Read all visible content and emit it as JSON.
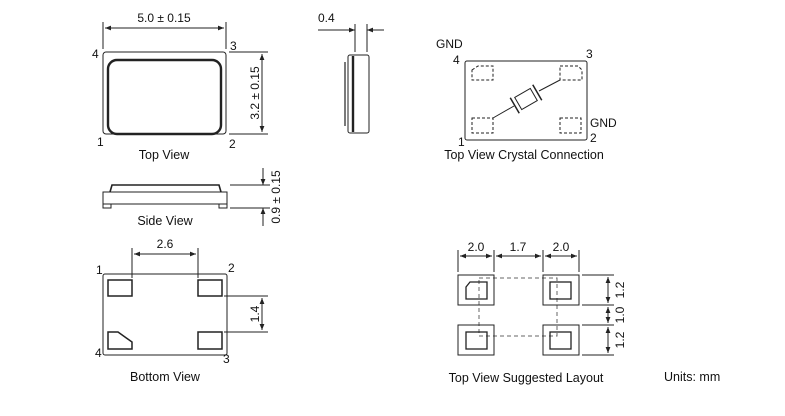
{
  "colors": {
    "line": "#222222",
    "pad": "#444444",
    "dash": "#666666",
    "body_fill": "#ffffff"
  },
  "top_view": {
    "caption": "Top View",
    "width_dim": "5.0 ± 0.15",
    "height_dim": "3.2 ± 0.15",
    "pins": {
      "p1": "1",
      "p2": "2",
      "p3": "3",
      "p4": "4"
    }
  },
  "profile_view": {
    "thickness_dim": "0.4"
  },
  "crystal_view": {
    "caption": "Top View Crystal Connection",
    "gnd_top": "GND",
    "gnd_bottom": "GND",
    "pins": {
      "p1": "1",
      "p2": "2",
      "p3": "3",
      "p4": "4"
    }
  },
  "side_view": {
    "caption": "Side View",
    "height_dim": "0.9 ± 0.15"
  },
  "bottom_view": {
    "caption": "Bottom View",
    "pitch_dim": "2.6",
    "pad_dim": "1.4",
    "pins": {
      "p1": "1",
      "p2": "2",
      "p3": "3",
      "p4": "4"
    }
  },
  "layout_view": {
    "caption": "Top View Suggested Layout",
    "w_left": "2.0",
    "w_mid": "1.7",
    "w_right": "2.0",
    "h_top": "1.2",
    "h_mid": "1.0",
    "h_bottom": "1.2"
  },
  "units": "Units: mm"
}
